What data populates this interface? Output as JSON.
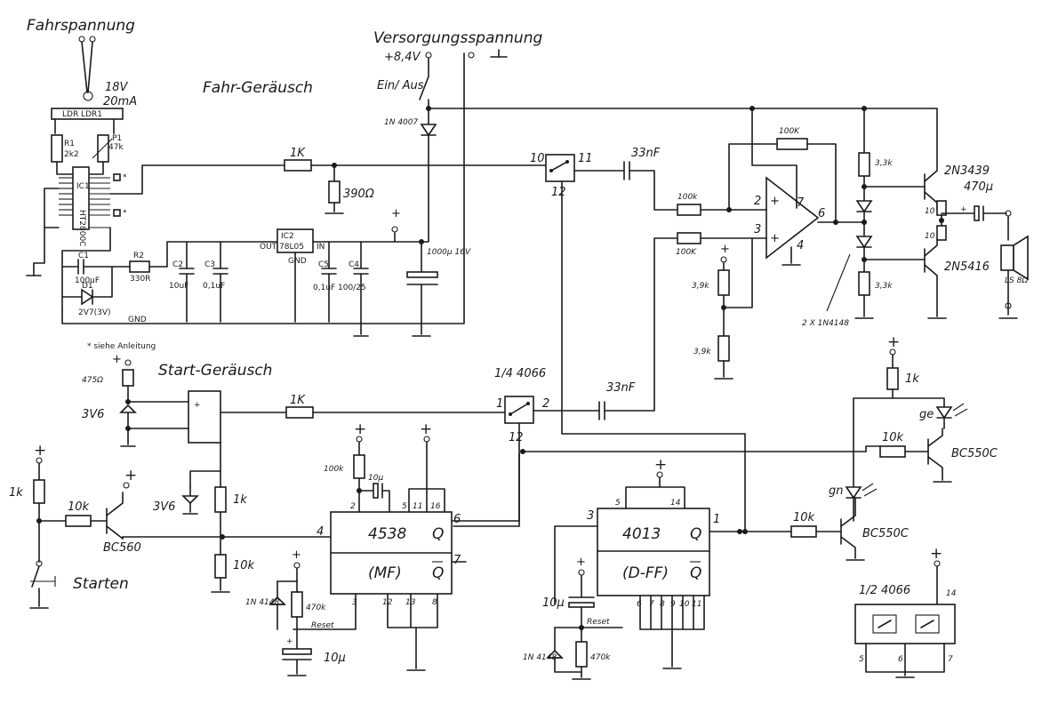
{
  "titles": {
    "fahrspannung": "Fahrspannung",
    "versorgungsspannung": "Versorgungsspannung",
    "fahr_geraeusch": "Fahr-Geräusch",
    "start_geraeusch": "Start-Geräusch"
  },
  "labels": {
    "v18": "18V",
    "ma20": "20mA",
    "ldr": "LDR LDR1",
    "r1": "R1",
    "r1v": "2k2",
    "p1": "P1",
    "p1v": "47k",
    "ic1": "IC1",
    "ic1name": "HT2800C",
    "c1": "C1",
    "c1v": "100uF",
    "d1": "D1",
    "d1v": "2V7(3V)",
    "r2": "R2",
    "r2v": "330R",
    "c2": "C2",
    "c2v": "10uF",
    "c3": "C3",
    "c3v": "0,1uF",
    "ic2": "IC2",
    "ic2name": "78L05",
    "ic2out": "OUT",
    "ic2in": "IN",
    "ic2gnd": "GND",
    "c5": "C5",
    "c5v": "0,1uF",
    "c4": "C4",
    "c4v": "100/25",
    "gnd": "GND",
    "r1k_top": "1K",
    "r390": "390Ω",
    "plus84": "+8,4V",
    "einaus": "Ein/ Aus",
    "d1n4007": "1N 4007",
    "c1000": "1000µ 16V",
    "sw10": "10",
    "sw11": "11",
    "sw12": "12",
    "c33top": "33nF",
    "r100k_a": "100k",
    "r100k_b": "100K",
    "r100k_fb": "100K",
    "op2": "2",
    "op3": "3",
    "op7": "7",
    "op6": "6",
    "op4": "4",
    "r39a": "3,9k",
    "r39b": "3,9k",
    "r33a": "3,3k",
    "r33b": "3,3k",
    "q2n3439": "2N3439",
    "q2n5416": "2N5416",
    "r10a": "10",
    "r10b": "10",
    "c470": "470µ",
    "ls": "LS 8Ω",
    "diodes": "2 X 1N4148",
    "siehe": "* siehe Anleitung",
    "r475": "475Ω",
    "z3v6a": "3V6",
    "z3v6b": "3V6",
    "r1k_start": "1K",
    "q4066": "1/4 4066",
    "sw1": "1",
    "sw2": "2",
    "sw12b": "12",
    "c33b": "33nF",
    "r1k_left": "1k",
    "r10k_left": "10k",
    "bc560": "BC560",
    "starten": "Starten",
    "r1k_mid": "1k",
    "r10k_mid": "10k",
    "r100k_4538": "100k",
    "c10u_a": "10µ",
    "ic4538": "4538",
    "mf": "(MF)",
    "q": "Q",
    "qbar": "Q",
    "p4": "4",
    "p6": "6",
    "p7": "7",
    "p2": "2",
    "p5": "5",
    "p11": "11",
    "p16": "16",
    "p3": "3",
    "p12": "12",
    "p13": "13",
    "p8": "8",
    "d4148a": "1N 4148",
    "r470a": "470k",
    "reset_a": "Reset",
    "c10u_b": "10µ",
    "ic4013": "4013",
    "dff": "(D-FF)",
    "p5b": "5",
    "p14b": "14",
    "p3b": "3",
    "p1b": "1",
    "p6b": "6",
    "p7b": "7",
    "p8b": "8",
    "p9b": "9",
    "p10b": "10",
    "p11b": "11",
    "c10u_c": "10µ",
    "reset_b": "Reset",
    "d4148b": "1N 4148",
    "r470b": "470k",
    "r1k_led": "1k",
    "ge": "ge",
    "r10k_bc": "10k",
    "bc550a": "BC550C",
    "gn": "gn",
    "r10k_bc2": "10k",
    "bc550b": "BC550C",
    "q4066b": "1/2 4066",
    "p14c": "14",
    "p5c": "5",
    "p6c": "6",
    "p7c": "7",
    "plus": "+",
    "star": "*"
  }
}
